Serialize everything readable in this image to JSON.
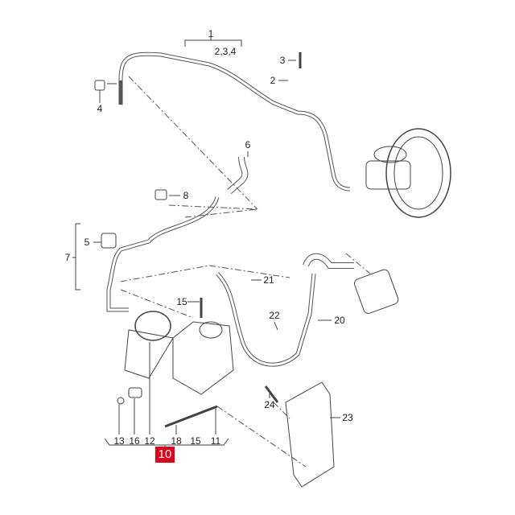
{
  "diagram": {
    "callouts": {
      "c1": "1",
      "c234": "2,3,4",
      "c3": "3",
      "c2": "2",
      "c4": "4",
      "c6": "6",
      "c8": "8",
      "c5": "5",
      "c7": "7",
      "c21": "21",
      "c15a": "15",
      "c22": "22",
      "c20": "20",
      "c24": "24",
      "c23": "23",
      "c13": "13",
      "c16": "16",
      "c12": "12",
      "c18": "18",
      "c15b": "15",
      "c11": "11"
    },
    "highlight": {
      "label": "10",
      "color": "#e0001a"
    }
  }
}
